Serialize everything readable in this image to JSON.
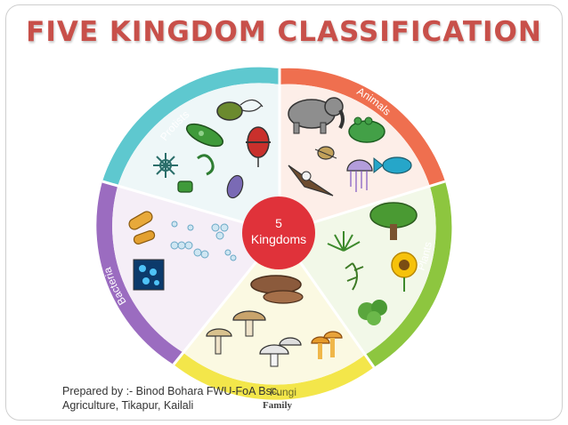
{
  "slide_title": "FIVE KINGDOM CLASSIFICATION",
  "center_number": "5",
  "center_text": "Kingdoms",
  "kingdoms": [
    {
      "label": "Protists"
    },
    {
      "label": "Animals"
    },
    {
      "label": "Plants"
    },
    {
      "label": "Fungi"
    },
    {
      "label": "Bacteria"
    }
  ],
  "footer": {
    "line1": "Prepared by :- Binod Bohara FWU-FoA Bsc.",
    "line2": "Agriculture, Tikapur, Kailali",
    "family": "Family"
  },
  "colors": {
    "title": "#c8504a",
    "protists": "#5ec8cf",
    "animals": "#ef6f4f",
    "plants": "#8dc63f",
    "fungi": "#f3e64a",
    "bacteria": "#9b6cc0",
    "center": "#e0323a"
  },
  "icons": [
    "elephant-icon",
    "frog-icon",
    "eagle-icon",
    "fish-icon",
    "jellyfish-icon",
    "beetle-icon",
    "tree-icon",
    "sunflower-icon",
    "fern-icon",
    "mushroom-icon",
    "shelf-fungus-icon",
    "bacillus-icon",
    "cocci-icon",
    "amoeba-icon",
    "paramecium-icon",
    "radiolarian-icon"
  ]
}
